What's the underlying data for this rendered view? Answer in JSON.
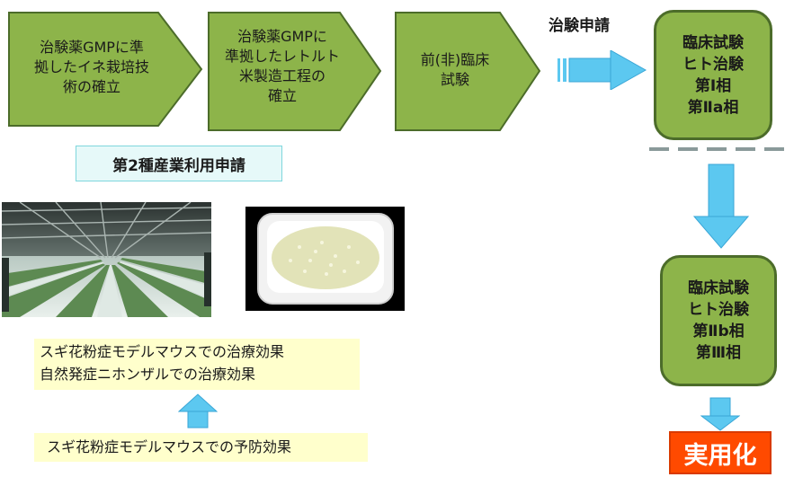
{
  "steps": [
    {
      "label": "治験薬GMPに準\n拠したイネ栽培技\n術の確立"
    },
    {
      "label": "治験薬GMPに\n準拠したレトルト\n米製造工程の\n確立"
    },
    {
      "label": "前(非)臨床\n試験"
    }
  ],
  "application_label": "治験申請",
  "phase1_box": "臨床試験\nヒト治験\n第I相\n第Ⅱa相",
  "phase2_box": "臨床試験\nヒト治験\n第Ⅱb相\n第Ⅲ相",
  "practical_label": "実用化",
  "category2_label": "第2種産業利用申請",
  "efficacy_box": "スギ花粉症モデルマウスでの治療効果\n自然発症ニホンザルでの治療効果",
  "prevention_box": "スギ花粉症モデルマウスでの予防効果",
  "colors": {
    "step_fill": "#8db44a",
    "step_border": "#4c6c2a",
    "arrow_blue": "#5cc8f0",
    "practical_fill": "#ff4a00",
    "note_fill": "#ffffcc"
  }
}
